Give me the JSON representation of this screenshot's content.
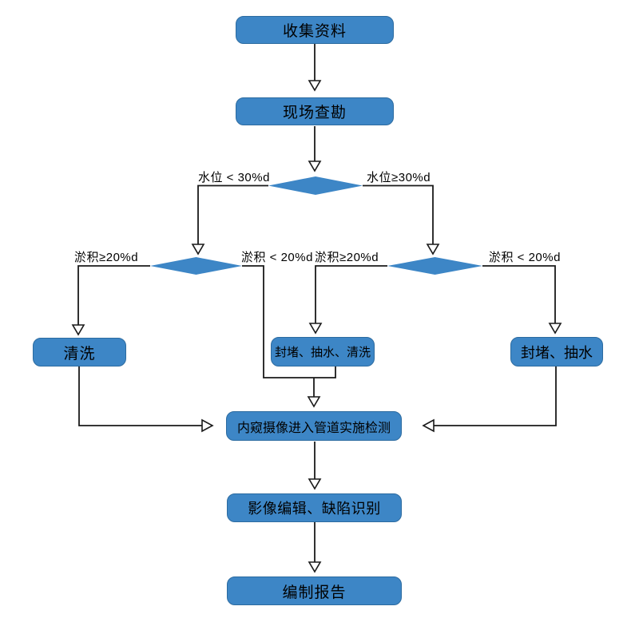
{
  "nodes": {
    "collect": {
      "label": "收集资料"
    },
    "survey": {
      "label": "现场查勘"
    },
    "clean": {
      "label": "清洗"
    },
    "seal_pump_clean": {
      "label": "封堵、抽水、清洗"
    },
    "seal_pump": {
      "label": "封堵、抽水"
    },
    "inspect": {
      "label": "内窥摄像进入管道实施检测"
    },
    "edit": {
      "label": "影像编辑、缺陷识别"
    },
    "report": {
      "label": "编制报告"
    }
  },
  "conditions": {
    "water_lt": "水位 < 30%d",
    "water_ge": "水位≥30%d",
    "silt_ge_left": "淤积≥20%d",
    "silt_lt_left": "淤积 < 20%d",
    "silt_ge_right": "淤积≥20%d",
    "silt_lt_right": "淤积 < 20%d"
  },
  "edges": [
    {
      "from": "收集资料",
      "to": "现场查勘",
      "label": ""
    },
    {
      "from": "现场查勘",
      "to": "水位判断",
      "label": ""
    },
    {
      "from": "水位判断",
      "to": "淤积判断(左)",
      "label": "水位 < 30%d"
    },
    {
      "from": "水位判断",
      "to": "淤积判断(右)",
      "label": "水位≥30%d"
    },
    {
      "from": "淤积判断(左)",
      "to": "清洗",
      "label": "淤积≥20%d"
    },
    {
      "from": "淤积判断(左)",
      "to": "内窥摄像进入管道实施检测",
      "label": "淤积 < 20%d"
    },
    {
      "from": "淤积判断(右)",
      "to": "封堵、抽水、清洗",
      "label": "淤积≥20%d"
    },
    {
      "from": "淤积判断(右)",
      "to": "封堵、抽水",
      "label": "淤积 < 20%d"
    },
    {
      "from": "清洗",
      "to": "内窥摄像进入管道实施检测",
      "label": ""
    },
    {
      "from": "封堵、抽水、清洗",
      "to": "内窥摄像进入管道实施检测",
      "label": ""
    },
    {
      "from": "封堵、抽水",
      "to": "内窥摄像进入管道实施检测",
      "label": ""
    },
    {
      "from": "内窥摄像进入管道实施检测",
      "to": "影像编辑、缺陷识别",
      "label": ""
    },
    {
      "from": "影像编辑、缺陷识别",
      "to": "编制报告",
      "label": ""
    }
  ],
  "colors": {
    "node_fill": "#3d86c6",
    "node_border": "#2c6ba0",
    "connector": "#1a1a1a",
    "text": "#000000",
    "background": "#ffffff"
  }
}
